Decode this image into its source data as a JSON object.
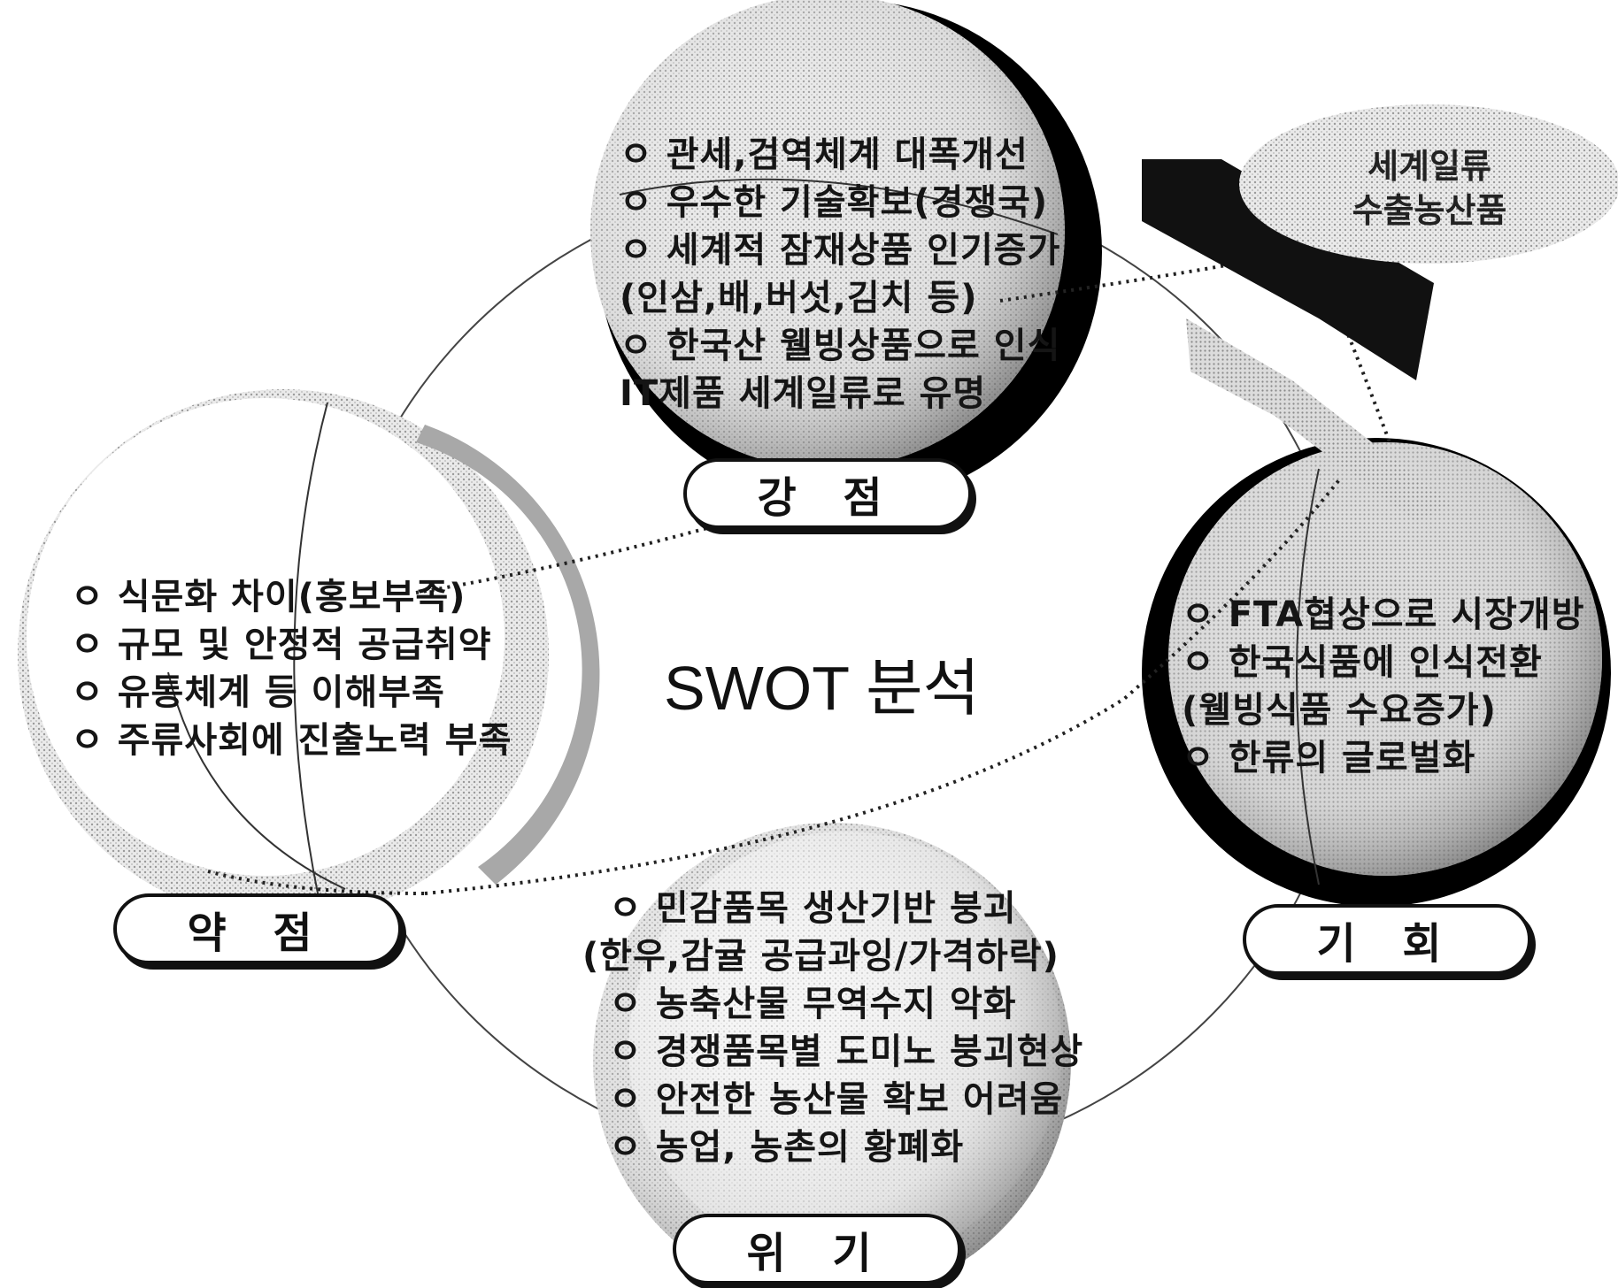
{
  "title": "SWOT 분석",
  "badge": {
    "line1": "세계일류",
    "line2": "수출농산품"
  },
  "strengths": {
    "label": "강 점",
    "items": [
      "ㅇ 관세,검역체계 대폭개선",
      "ㅇ 우수한 기술확보(경쟁국)",
      "ㅇ 세계적 잠재상품 인기증가",
      "   (인삼,배,버섯,김치 등)",
      "ㅇ 한국산 웰빙상품으로 인식",
      "   IT제품 세계일류로 유명"
    ]
  },
  "weaknesses": {
    "label": "약 점",
    "items": [
      "ㅇ 식문화 차이(홍보부족)",
      "ㅇ 규모 및 안정적 공급취약",
      "ㅇ 유통체계 등 이해부족",
      "ㅇ 주류사회에 진출노력 부족"
    ]
  },
  "opportunities": {
    "label": "기 회",
    "items": [
      "ㅇ FTA협상으로 시장개방",
      "ㅇ 한국식품에 인식전환",
      "   (웰빙식품 수요증가)",
      "ㅇ 한류의 글로벌화"
    ]
  },
  "threats": {
    "label": "위 기",
    "items": [
      "ㅇ 민감품목 생산기반 붕괴",
      "(한우,감귤 공급과잉/가격하락)",
      "ㅇ 농축산물 무역수지 악화",
      "ㅇ 경쟁품목별 도미노 붕괴현상",
      "ㅇ 안전한 농산물 확보 어려움",
      "ㅇ 농업, 농촌의 황폐화"
    ]
  }
}
